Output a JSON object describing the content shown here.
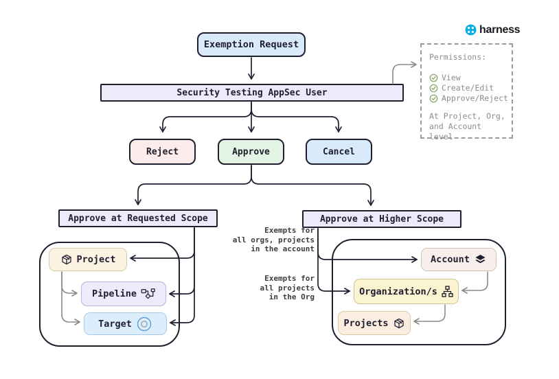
{
  "logo": {
    "text": "harness"
  },
  "nodes": {
    "exemption_request": "Exemption Request",
    "appsec_user": "Security Testing AppSec User",
    "reject": "Reject",
    "approve": "Approve",
    "cancel": "Cancel",
    "requested_scope_title": "Approve at Requested Scope",
    "higher_scope_title": "Approve at Higher Scope",
    "project": "Project",
    "pipeline": "Pipeline",
    "target": "Target",
    "account": "Account",
    "organizations": "Organization/s",
    "projects": "Projects"
  },
  "permissions_panel": {
    "title": "Permissions:",
    "items": [
      "View",
      "Create/Edit",
      "Approve/Reject"
    ],
    "footer_line1": "At Project, Org,",
    "footer_line2": "and Account level"
  },
  "annotations": {
    "account_note": {
      "line1": "Exempts for",
      "line2": "all orgs, projects",
      "line3": "in the account"
    },
    "org_note": {
      "line1": "Exempts for",
      "line2": "all projects",
      "line3": "in the Org"
    }
  },
  "colors": {
    "ink": "#1e1e2e",
    "gray_arrow": "#8a8a8a",
    "exemption_fill": "#d9eafb",
    "appsec_fill": "#ecebfa",
    "reject_fill": "#fcecec",
    "approve_fill": "#e4f4e4",
    "cancel_fill": "#d9eafb",
    "scope_fill": "#ecebfa",
    "project_fill": "#fdf3e3",
    "pipeline_fill": "#efebfa",
    "target_fill": "#dceefb",
    "account_fill": "#f8eeec",
    "org_fill": "#fbf4d0",
    "projects_fill": "#fbeee1",
    "permissions_text": "#8e8e8e",
    "check_green": "#84a05f",
    "harness_blue": "#00ade4"
  }
}
